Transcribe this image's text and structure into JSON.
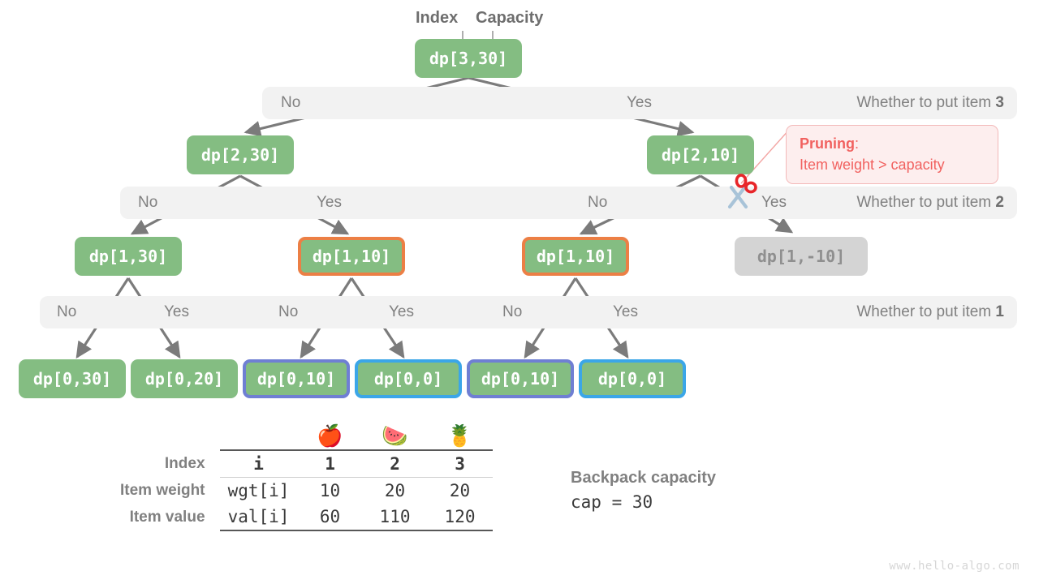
{
  "captions": {
    "index": "Index",
    "capacity": "Capacity"
  },
  "nodes": {
    "root": "dp[3,30]",
    "l2_no": "dp[2,30]",
    "l2_yes": "dp[2,10]",
    "l3_a": "dp[1,30]",
    "l3_b": "dp[1,10]",
    "l3_c": "dp[1,10]",
    "l3_d": "dp[1,-10]",
    "leaf_1": "dp[0,30]",
    "leaf_2": "dp[0,20]",
    "leaf_3": "dp[0,10]",
    "leaf_4": "dp[0,0]",
    "leaf_5": "dp[0,10]",
    "leaf_6": "dp[0,0]"
  },
  "bands": {
    "item3": {
      "no": "No",
      "yes": "Yes",
      "question_prefix": "Whether to put item ",
      "question_item": "3"
    },
    "item2": {
      "no_left": "No",
      "yes_left": "Yes",
      "no_right": "No",
      "yes_right": "Yes",
      "question_prefix": "Whether to put item ",
      "question_item": "2"
    },
    "item1": {
      "no_1": "No",
      "yes_1": "Yes",
      "no_2": "No",
      "yes_2": "Yes",
      "no_3": "No",
      "yes_3": "Yes",
      "question_prefix": "Whether to put item ",
      "question_item": "1"
    }
  },
  "pruning": {
    "title": "Pruning",
    "colon": ":",
    "reason": "Item weight > capacity"
  },
  "table": {
    "emoji": [
      "🍎",
      "🍉",
      "🍍"
    ],
    "rows": [
      {
        "head": "Index",
        "cells": [
          "i",
          "1",
          "2",
          "3"
        ]
      },
      {
        "head": "Item weight",
        "cells": [
          "wgt[i]",
          "10",
          "20",
          "20"
        ]
      },
      {
        "head": "Item value",
        "cells": [
          "val[i]",
          "60",
          "110",
          "120"
        ]
      }
    ]
  },
  "capacity_note": {
    "title": "Backpack capacity",
    "value": "cap = 30"
  },
  "watermark": "www.hello-algo.com",
  "colors": {
    "node_green": "#84bd82",
    "node_muted": "#d4d4d4",
    "border_orange": "#ec7f45",
    "border_purple": "#6f7fd3",
    "border_cyan": "#3ba6e8",
    "band_gray": "#f2f2f2",
    "edge_gray": "#7b7b7b",
    "prune_red": "#f1615f",
    "text_gray": "#808080"
  }
}
